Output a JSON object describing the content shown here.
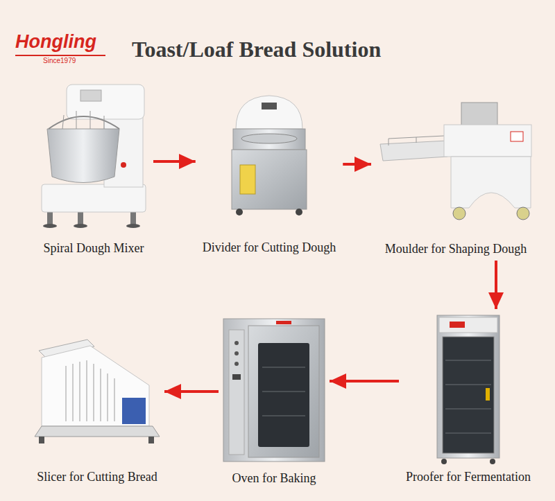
{
  "diagram": {
    "title": "Toast/Loaf Bread Solution",
    "nodes": [
      {
        "text": [
          "Spiral Dough Mixer"
        ]
      },
      {
        "text": [
          "Divider for Cutting Dough"
        ]
      },
      {
        "text": [
          "Moulder for Shaping Dough"
        ]
      },
      {
        "text": [
          "Proofer for Fermentation"
        ]
      },
      {
        "text": [
          "Oven for Baking"
        ]
      },
      {
        "text": [
          "Slicer for Cutting Bread"
        ]
      }
    ],
    "edges": [
      {
        "from": 0,
        "to": 1,
        "arrow": "to"
      },
      {
        "from": 1,
        "to": 2,
        "arrow": "to"
      },
      {
        "from": 2,
        "to": 3,
        "arrow": "to"
      },
      {
        "from": 3,
        "to": 4,
        "arrow": "to"
      },
      {
        "from": 4,
        "to": 5,
        "arrow": "to"
      }
    ],
    "labels": [
      "Hongling",
      "Since1979"
    ]
  }
}
